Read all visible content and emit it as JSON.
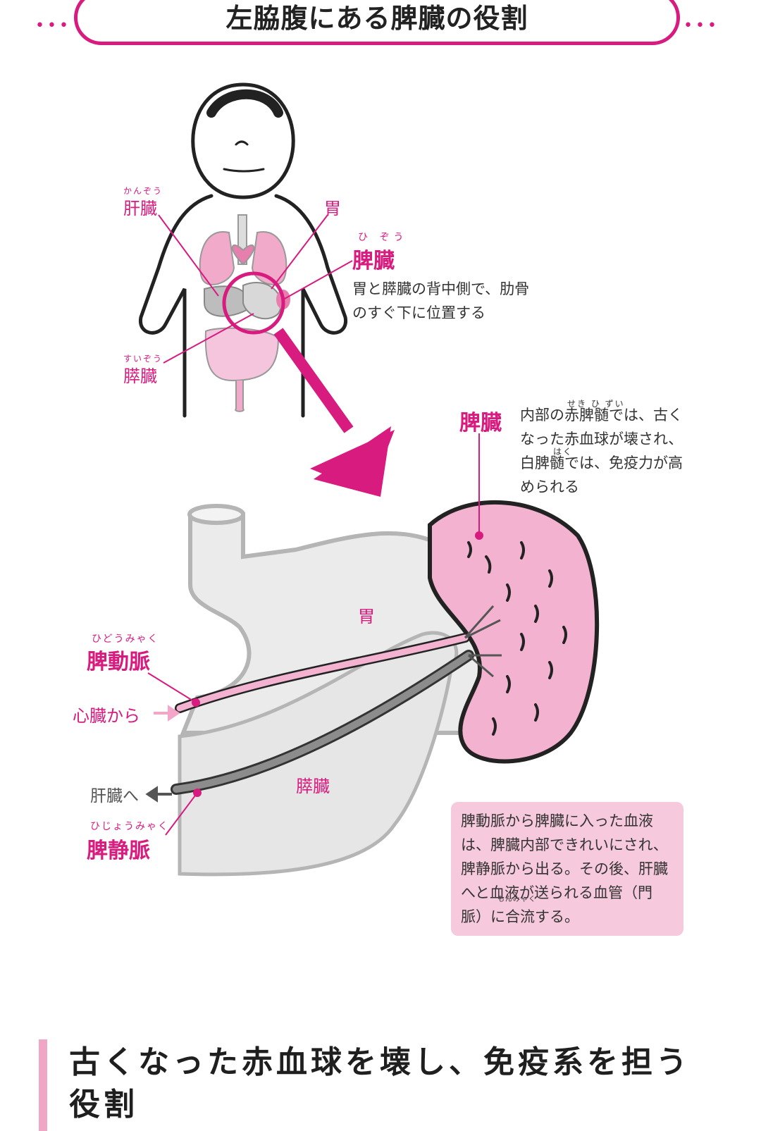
{
  "title": "左脇腹にある脾臓の役割",
  "labels": {
    "liver": "肝臓",
    "liver_ruby": "かんぞう",
    "stomach_top": "胃",
    "spleen_top": "脾臓",
    "spleen_top_ruby": "ひ ぞう",
    "spleen_location": "胃と膵臓の背中側で、肋骨のすぐ下に位置する",
    "pancreas_top": "膵臓",
    "pancreas_top_ruby": "すいぞう",
    "spleen_detail": "脾臓",
    "spleen_detail_desc": "内部の赤脾髄では、古くなった赤血球が壊され、白脾髄では、免疫力が高められる",
    "spleen_detail_ruby1": "せき ひ ずい",
    "spleen_detail_ruby2": "はく",
    "stomach_center": "胃",
    "splenic_artery": "脾動脈",
    "splenic_artery_ruby": "ひどうみゃく",
    "from_heart": "心臓から",
    "to_liver": "肝臓へ",
    "pancreas_center": "膵臓",
    "splenic_vein": "脾静脈",
    "splenic_vein_ruby": "ひじょうみゃく",
    "info_box": "脾動脈から脾臓に入った血液は、脾臓内部できれいにされ、脾静脈から出る。その後、肝臓へと血液が送られる血管（門脈）に合流する。",
    "info_box_ruby": "もんみゃく"
  },
  "section_heading": "古くなった赤血球を壊し、免疫系を担う役割",
  "colors": {
    "accent": "#d81b7e",
    "organ_pink": "#f2aacb",
    "box_pink": "#f6c9dc",
    "gray": "#cfcfcf"
  }
}
